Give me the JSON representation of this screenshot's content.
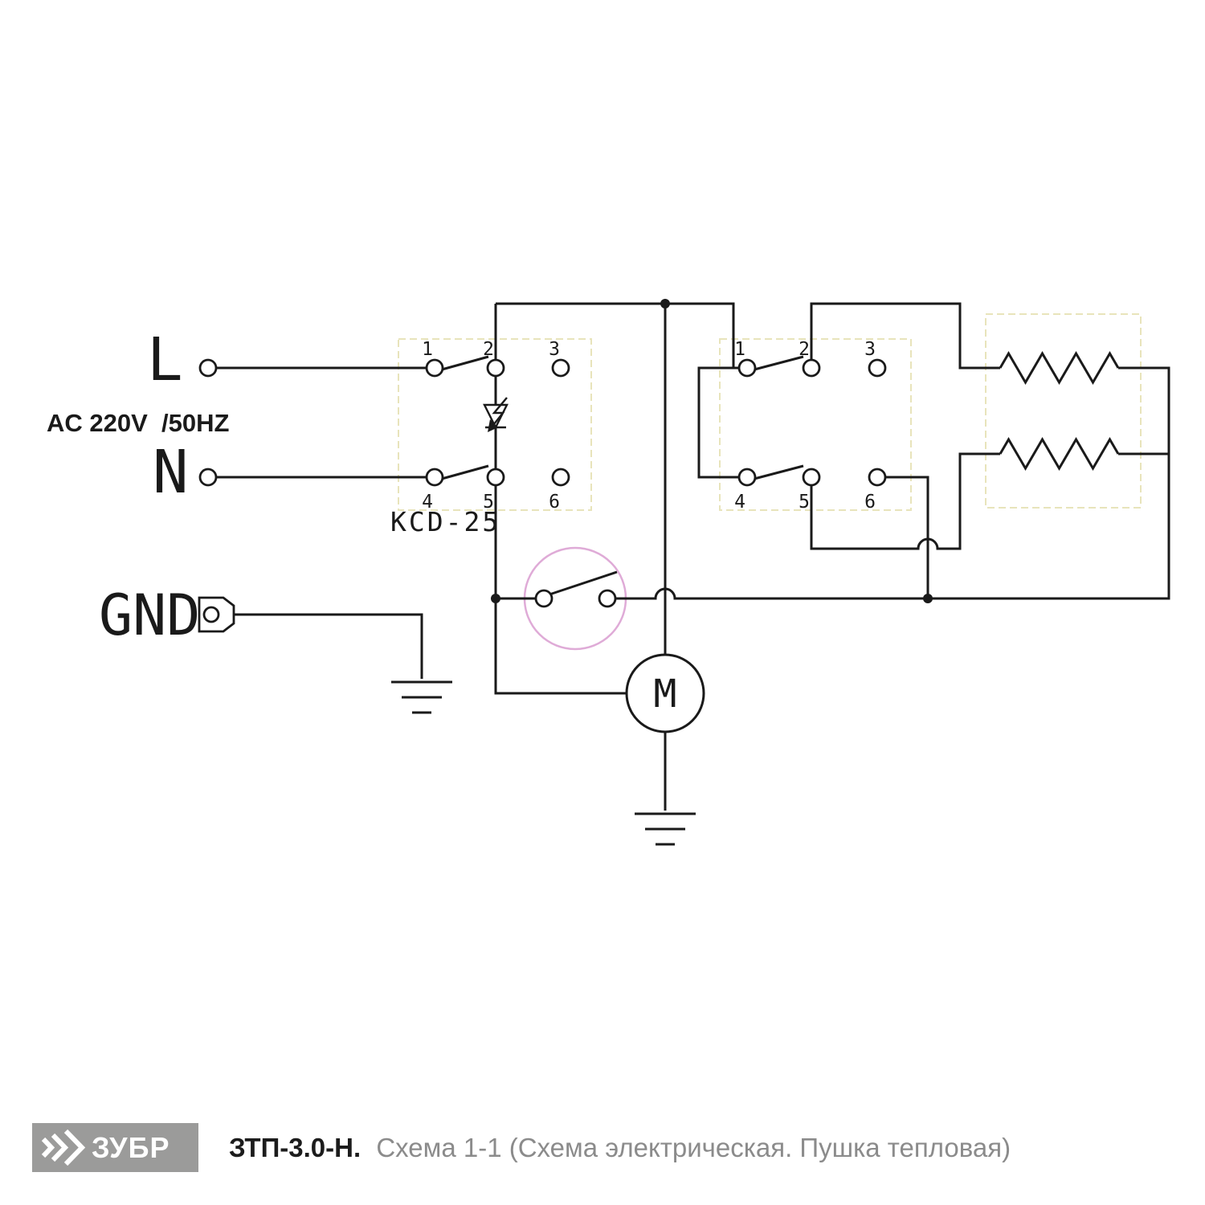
{
  "colors": {
    "wire": "#1a1a1a",
    "component_box_dash": "#e8e4bb",
    "thermal_ring": "#dfabd7",
    "logo_bg": "#9b9b9a",
    "model_text": "#1c1c1c",
    "caption_text": "#8b8b8b"
  },
  "diagram": {
    "supply": {
      "line": "L",
      "neutral": "N",
      "rating": "AC 220V  /50HZ",
      "ground": "GND"
    },
    "kcd_switch": {
      "label": "KCD-25",
      "terminals": [
        "1",
        "2",
        "3",
        "4",
        "5",
        "6"
      ]
    },
    "aux_switch": {
      "terminals": [
        "1",
        "2",
        "3",
        "4",
        "5",
        "6"
      ]
    },
    "motor": {
      "label": "M"
    }
  },
  "footer": {
    "brand": "ЗУБР",
    "brand_icon": "triple-chevron-icon",
    "model": "ЗТП-3.0-Н.",
    "caption": "Схема 1-1 (Схема электрическая. Пушка тепловая)"
  }
}
